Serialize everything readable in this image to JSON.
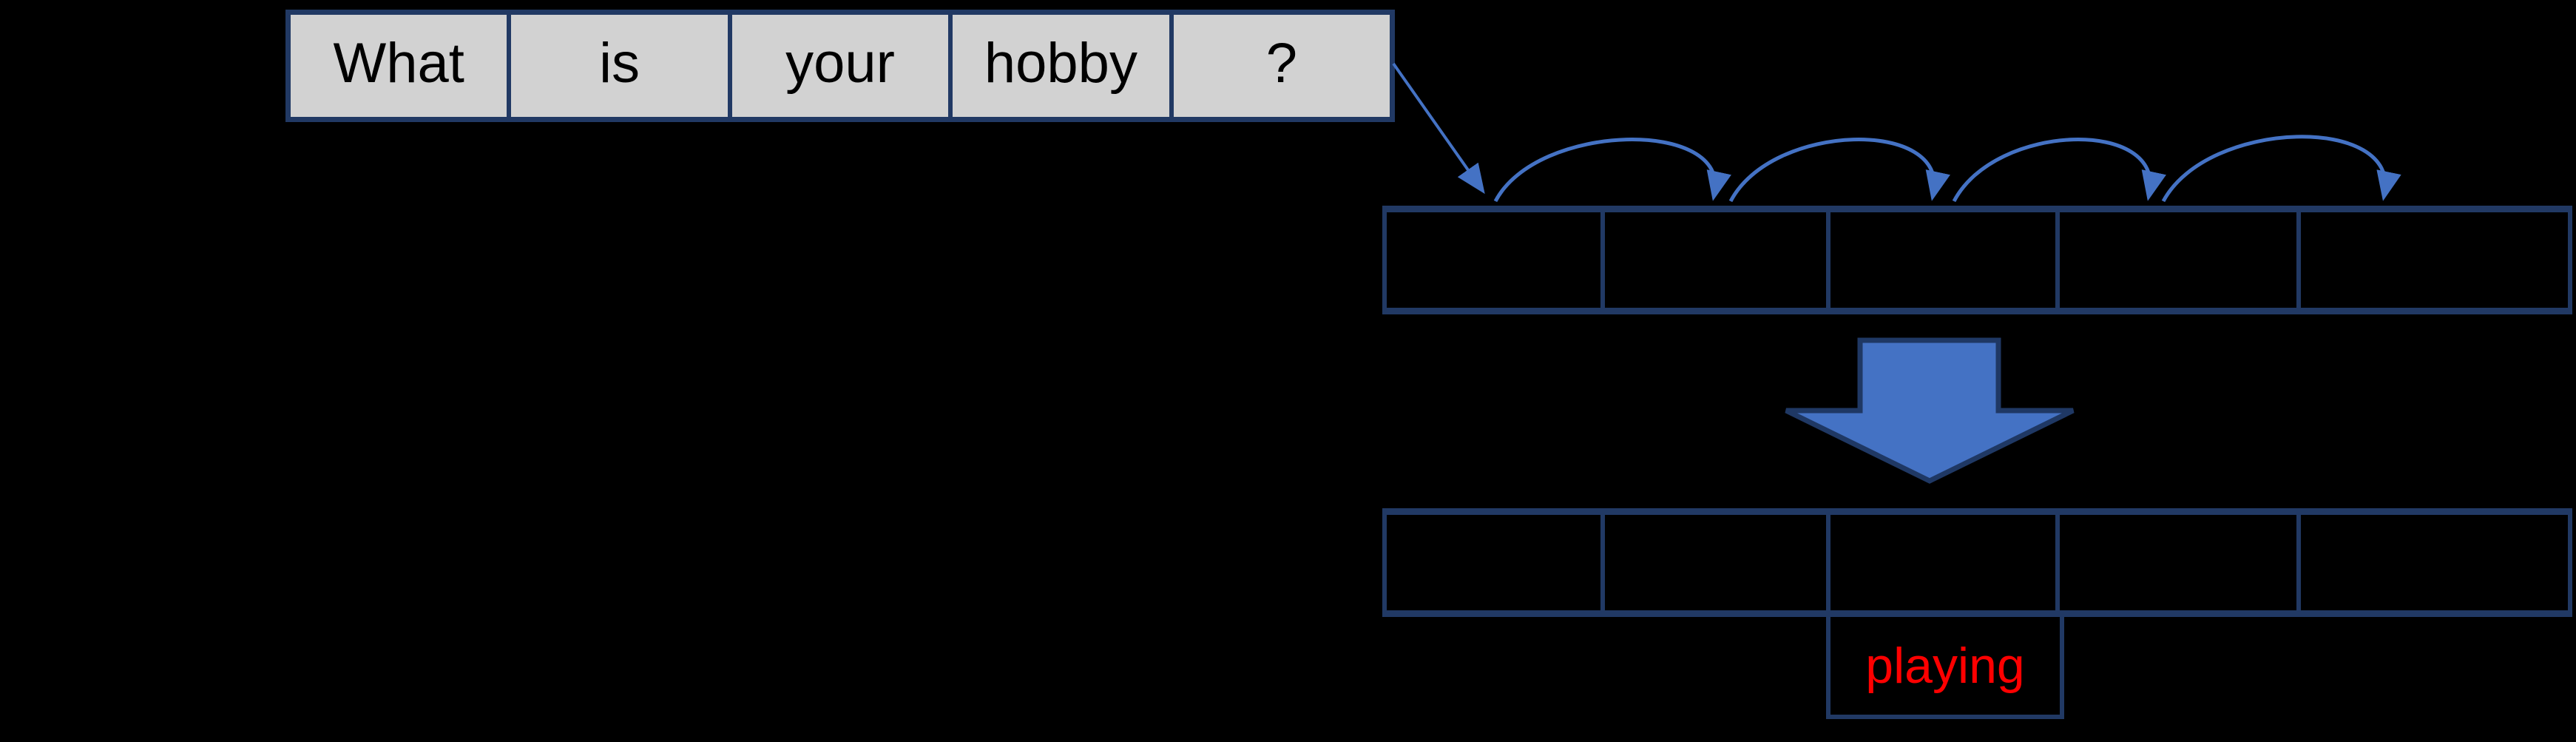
{
  "background": "#000000",
  "colors": {
    "accent_blue": "#4472C4",
    "border_navy": "#213964",
    "arrow_outline": "#1F3864",
    "cell_fill_gray": "#D2D2D2",
    "word_text": "#000000",
    "predicted_text": "#FF0000"
  },
  "sentence": {
    "words": [
      "What",
      "is",
      "your",
      "hobby",
      "?"
    ]
  },
  "sequence_rows": {
    "processing_row_cells": [
      "",
      "",
      "",
      "",
      ""
    ],
    "result_row_cells": [
      "",
      "",
      "",
      "",
      ""
    ]
  },
  "output": {
    "word": "playing"
  }
}
